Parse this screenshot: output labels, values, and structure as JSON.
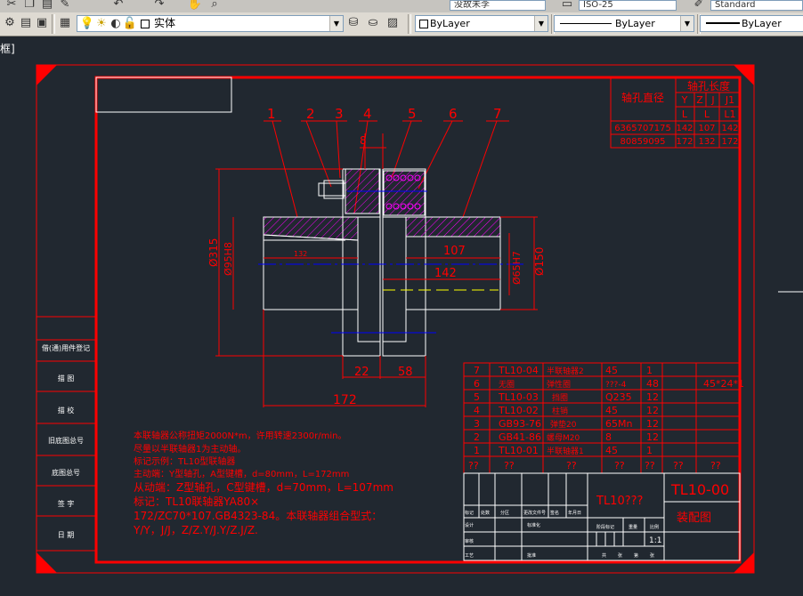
{
  "top_toolbar": {
    "combo1": "没故未李",
    "combo2": "ISO-25",
    "combo3": "Standard"
  },
  "layer_bar": {
    "layer_name": "实体",
    "color": "ByLayer",
    "linetype": "ByLayer",
    "lineweight": "ByLayer"
  },
  "viewport_label": "框]",
  "drawing": {
    "part_numbers": [
      "1",
      "2",
      "3",
      "4",
      "5",
      "6",
      "7"
    ],
    "dims": {
      "d8": "8",
      "d132": "132",
      "d107": "107",
      "d142": "142",
      "d315": "Ø315",
      "d95h8": "Ø95H8",
      "d65h7": "Ø65H7",
      "d150": "Ø150",
      "d22": "22",
      "d58": "58",
      "d172": "172"
    },
    "shaft_table": {
      "header_left": "轴孔直径",
      "header_right": "轴孔长度",
      "sub_header": [
        "Y",
        "Z",
        "J",
        "J1"
      ],
      "sub_header2": [
        "L",
        "L",
        "L1"
      ],
      "rows": [
        {
          "d": "6365707175",
          "v1": "142",
          "v2": "107",
          "v3": "142"
        },
        {
          "d": "80859095",
          "v1": "172",
          "v2": "132",
          "v3": "172"
        }
      ]
    },
    "notes": [
      "本联轴器公称扭矩2000N*m，许用转速2300r/min。",
      "尽量以半联轴器1为主动轴。",
      "标记示例：TL10型联轴器",
      "主动端：Y型轴孔，A型键槽，d=80mm，L=172mm",
      "从动端：Z型轴孔，C型键槽，d=70mm，L=107mm",
      "标记：TL10联轴器YA80×",
      "172/ZC70*107.GB4323-84。本联轴器组合型式：",
      "Y/Y，J/J，Z/Z.Y/J.Y/Z.J/Z."
    ],
    "left_labels": [
      "借(通)用件登记",
      "描 图",
      "描 校",
      "旧底图总号",
      "底图总号",
      "签 字",
      "日 期"
    ],
    "parts_list": [
      {
        "no": "7",
        "code": "TL10-04",
        "name": "半联轴器2",
        "mat": "45",
        "qty": "1"
      },
      {
        "no": "6",
        "code": "无圈",
        "name": "弹性圈",
        "mat": "???-4",
        "qty": "48"
      },
      {
        "no": "5",
        "code": "TL10-03",
        "name": "挡圈",
        "mat": "Q235",
        "qty": "12"
      },
      {
        "no": "4",
        "code": "TL10-02",
        "name": "柱销",
        "mat": "45",
        "qty": "12"
      },
      {
        "no": "3",
        "code": "GB93-76",
        "name": "弹垫20",
        "mat": "65Mn",
        "qty": "12"
      },
      {
        "no": "2",
        "code": "GB41-86",
        "name": "螺母M20",
        "mat": "8",
        "qty": "12"
      },
      {
        "no": "1",
        "code": "TL10-01",
        "name": "半联轴器1",
        "mat": "45",
        "qty": "1"
      }
    ],
    "parts_header": [
      "??",
      "??",
      "??",
      "??",
      "??",
      "??",
      "??"
    ],
    "extra_note": "45*24*1",
    "title_block": {
      "tl10": "TL10???",
      "drawing_no": "TL10-00",
      "drawing_name": "装配图",
      "scale": "1:1",
      "small_labels": [
        "标记",
        "处数",
        "分区",
        "更改文件号",
        "签名",
        "年月日",
        "设计",
        "标准化",
        "审核",
        "工艺",
        "批准",
        "阶段标记",
        "重量",
        "比例",
        "共",
        "张",
        "第",
        "张"
      ]
    }
  },
  "colors": {
    "background": "#212830",
    "frame": "#ff0000",
    "lines": "#ffffff",
    "hatch": "#ff00ff",
    "centerline": "#0000ff",
    "yellow": "#ffff00"
  }
}
